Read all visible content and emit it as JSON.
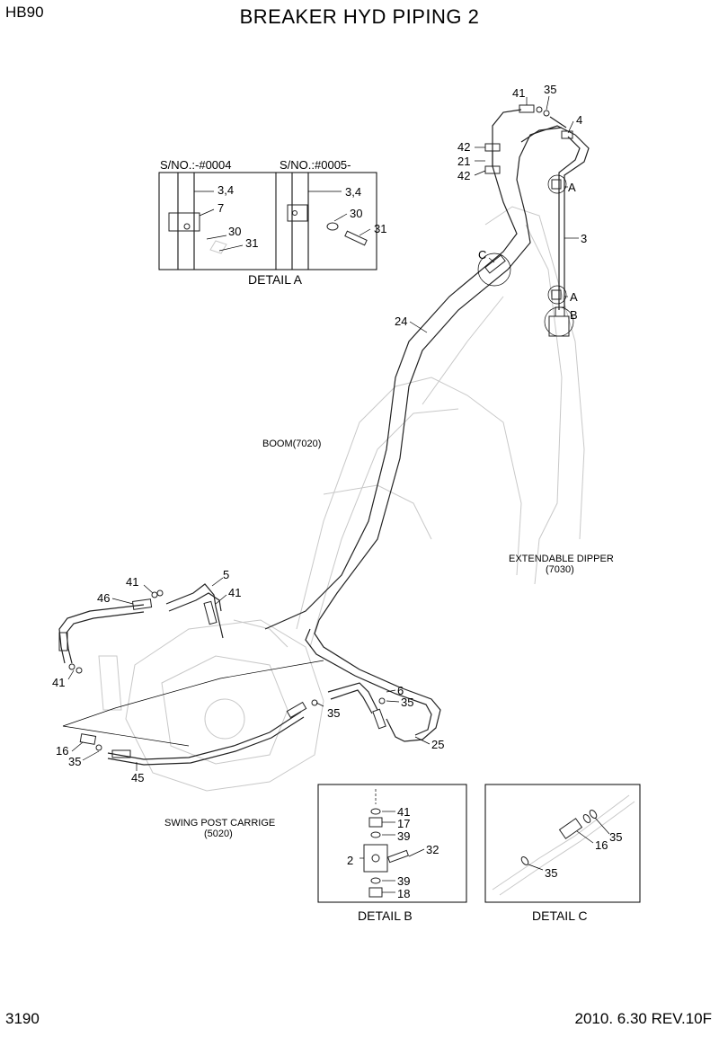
{
  "header": {
    "model": "HB90",
    "title": "BREAKER HYD PIPING 2"
  },
  "footer": {
    "page_number": "3190",
    "revision": "2010. 6.30  REV.10F"
  },
  "detail_a": {
    "caption": "DETAIL  A",
    "left_serial": "S/NO.:-#0004",
    "right_serial": "S/NO.:#0005-",
    "left_labels": [
      "3,4",
      "7",
      "30",
      "31"
    ],
    "right_labels": [
      "3,4",
      "30",
      "31"
    ]
  },
  "detail_b": {
    "caption": "DETAIL  B",
    "labels": [
      "41",
      "17",
      "39",
      "32",
      "2",
      "39",
      "18"
    ]
  },
  "detail_c": {
    "caption": "DETAIL  C",
    "labels": [
      "16",
      "35",
      "35"
    ]
  },
  "component_labels": {
    "boom": "BOOM(7020)",
    "dipper_line1": "EXTENDABLE DIPPER",
    "dipper_line2": "(7030)",
    "swing_line1": "SWING POST CARRIGE",
    "swing_line2": "(5020)"
  },
  "callouts": {
    "top": [
      "41",
      "35",
      "4",
      "42",
      "21",
      "42",
      "A",
      "3",
      "A",
      "B",
      "C",
      "24"
    ],
    "lower_left": [
      "5",
      "41",
      "41",
      "46",
      "41",
      "16",
      "35",
      "45"
    ],
    "lower_right": [
      "6",
      "35",
      "35",
      "25"
    ]
  }
}
